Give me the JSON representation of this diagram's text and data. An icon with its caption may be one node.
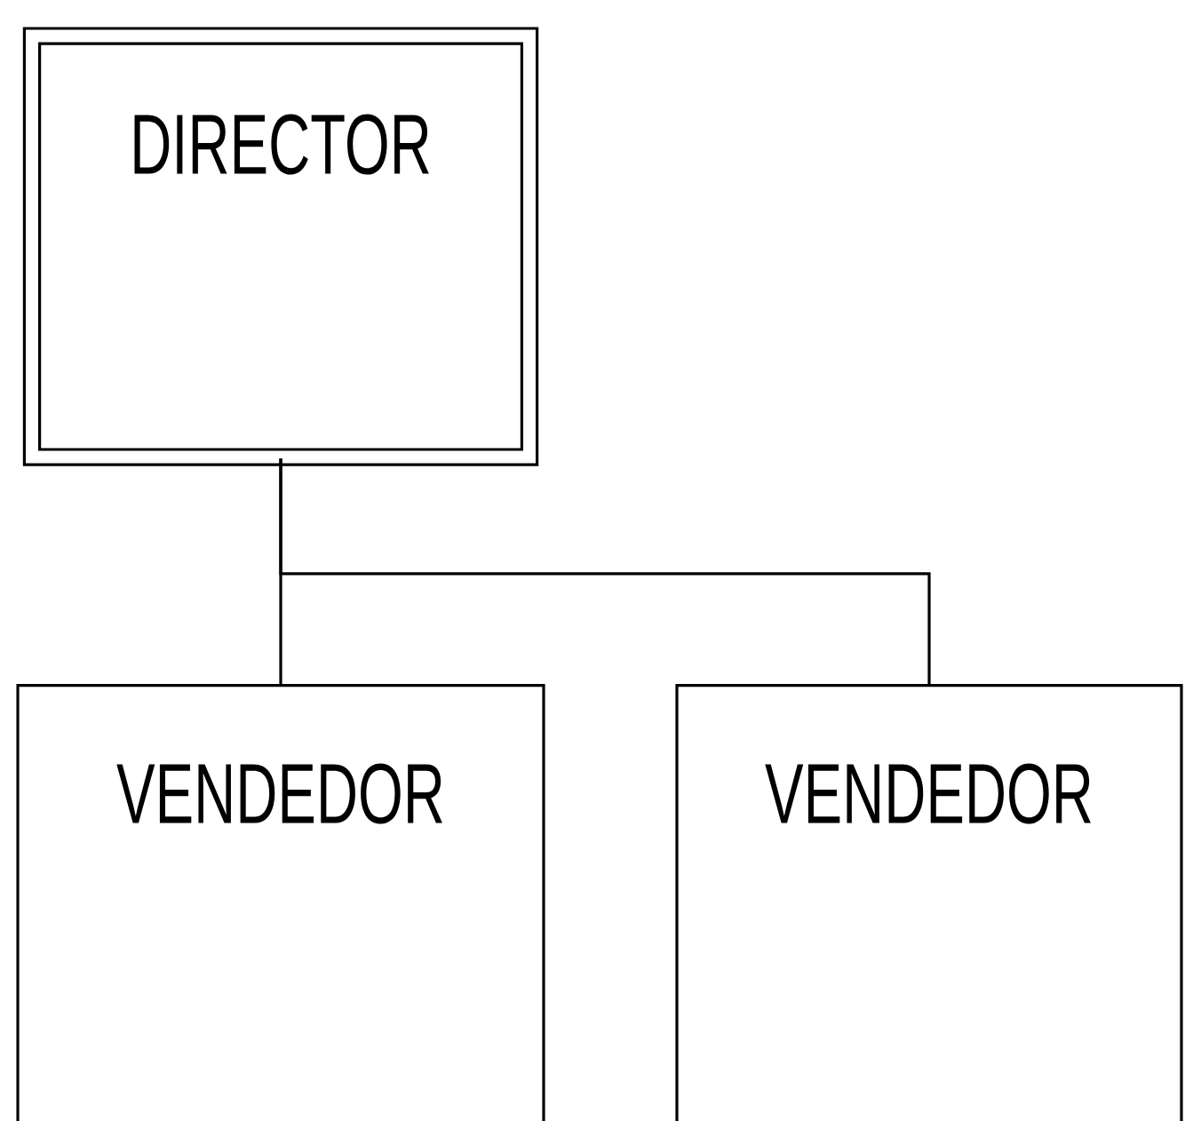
{
  "diagram": {
    "nodes": [
      {
        "text": [
          "DIRECTOR"
        ]
      },
      {
        "text": [
          "VENDEDOR"
        ]
      },
      {
        "text": [
          "VENDEDOR"
        ]
      }
    ],
    "edges": [
      {
        "from": 0,
        "to": 1,
        "arrow": "none"
      },
      {
        "from": 0,
        "to": 2,
        "arrow": "none"
      }
    ]
  }
}
